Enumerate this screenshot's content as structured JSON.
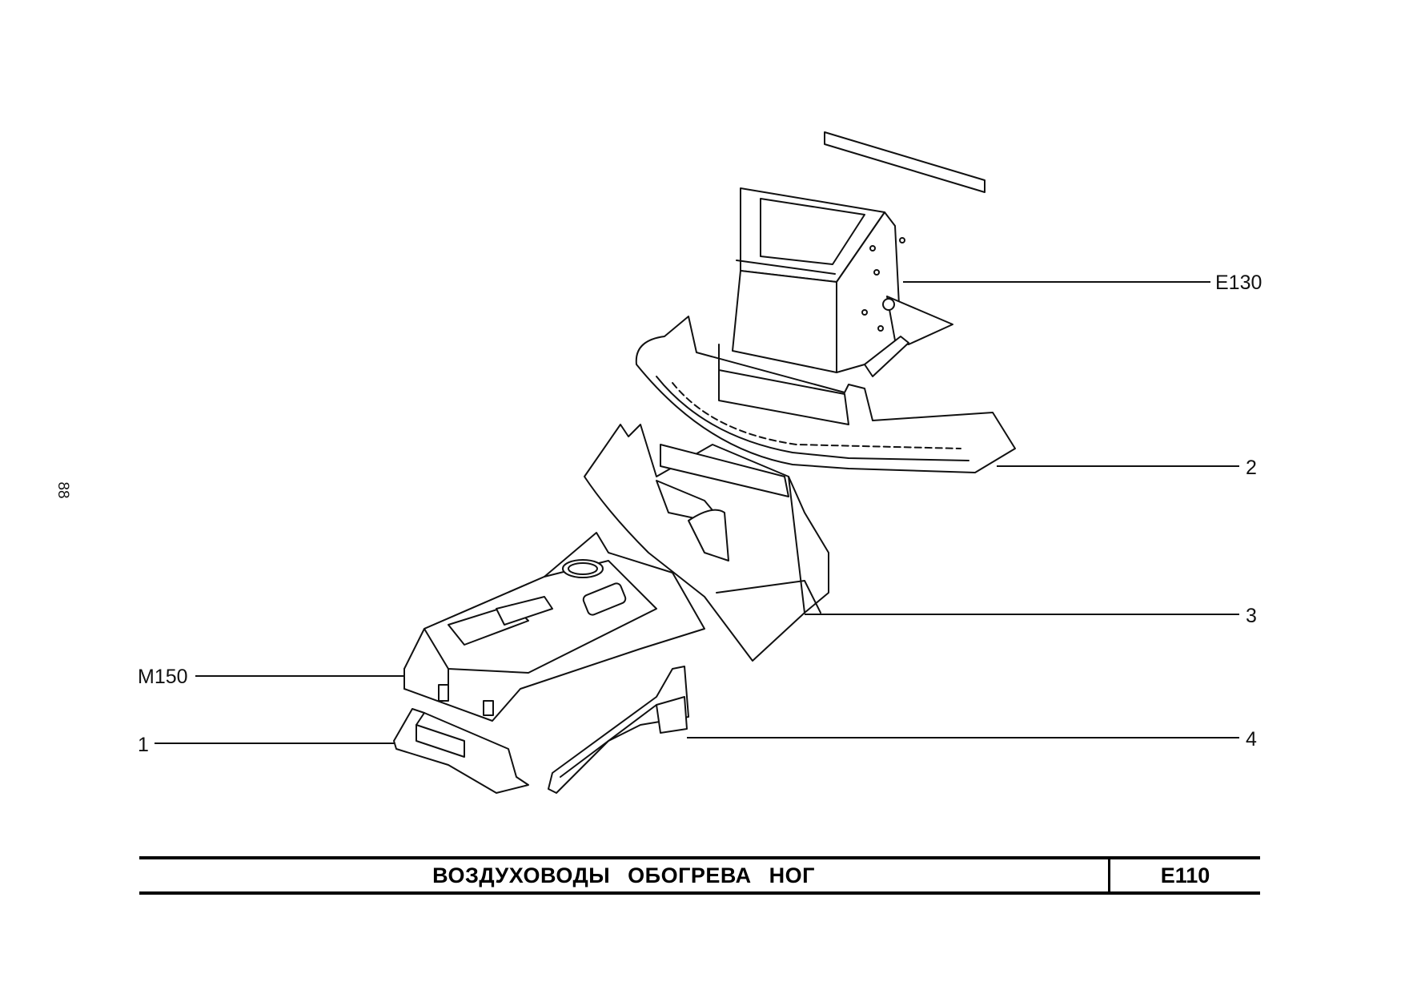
{
  "page_number": "88",
  "section": {
    "title": "ВОЗДУХОВОДЫ   ОБОГРЕВА   НОГ",
    "code": "E110"
  },
  "callouts": {
    "e130": "E130",
    "m150": "M150",
    "part1": "1",
    "part2": "2",
    "part3": "3",
    "part4": "4"
  },
  "colors": {
    "ink": "#000000",
    "paper": "#ffffff"
  }
}
